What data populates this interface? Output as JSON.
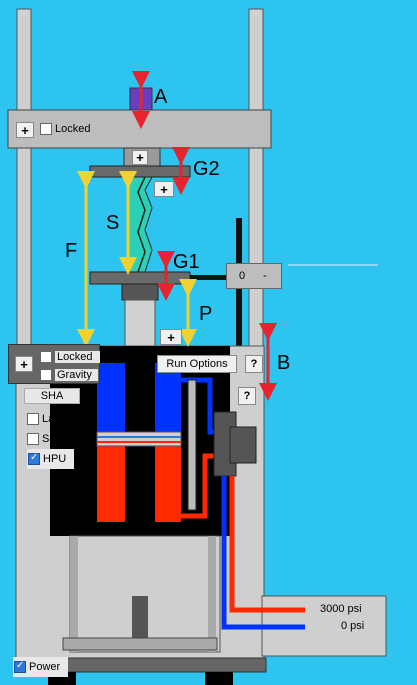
{
  "top_panel": {
    "plus": "+",
    "locked_label": "Locked",
    "locked_checked": false
  },
  "side_panel": {
    "plus": "+",
    "locked_label": "Locked",
    "locked_checked": false,
    "gravity_label": "Gravity",
    "gravity_checked": false
  },
  "grip_buttons": {
    "g2_plus": "+",
    "g2_small_plus": "+",
    "p_plus": "+"
  },
  "labels": {
    "A": "A",
    "G2": "G2",
    "S": "S",
    "F": "F",
    "G1": "G1",
    "P": "P",
    "B": "B"
  },
  "readout": {
    "value": "0",
    "unit": "-"
  },
  "run_options": {
    "label": "Run Options",
    "help": "?"
  },
  "lower_help": "?",
  "controls": {
    "sha_label": "SHA",
    "lap_label": "Lap",
    "lap_checked": false,
    "sat_label": "Sat.",
    "sat_checked": false,
    "hpu_label": "HPU",
    "hpu_checked": true
  },
  "pressure": {
    "supply": "3000 psi",
    "return": "0 psi"
  },
  "power": {
    "label": "Power",
    "checked": true
  },
  "colors": {
    "bg": "#2ec4f0",
    "red": "#ff2a00",
    "blue": "#0033ff",
    "yellow": "#f2d233",
    "arrow_red": "#e8232e"
  }
}
